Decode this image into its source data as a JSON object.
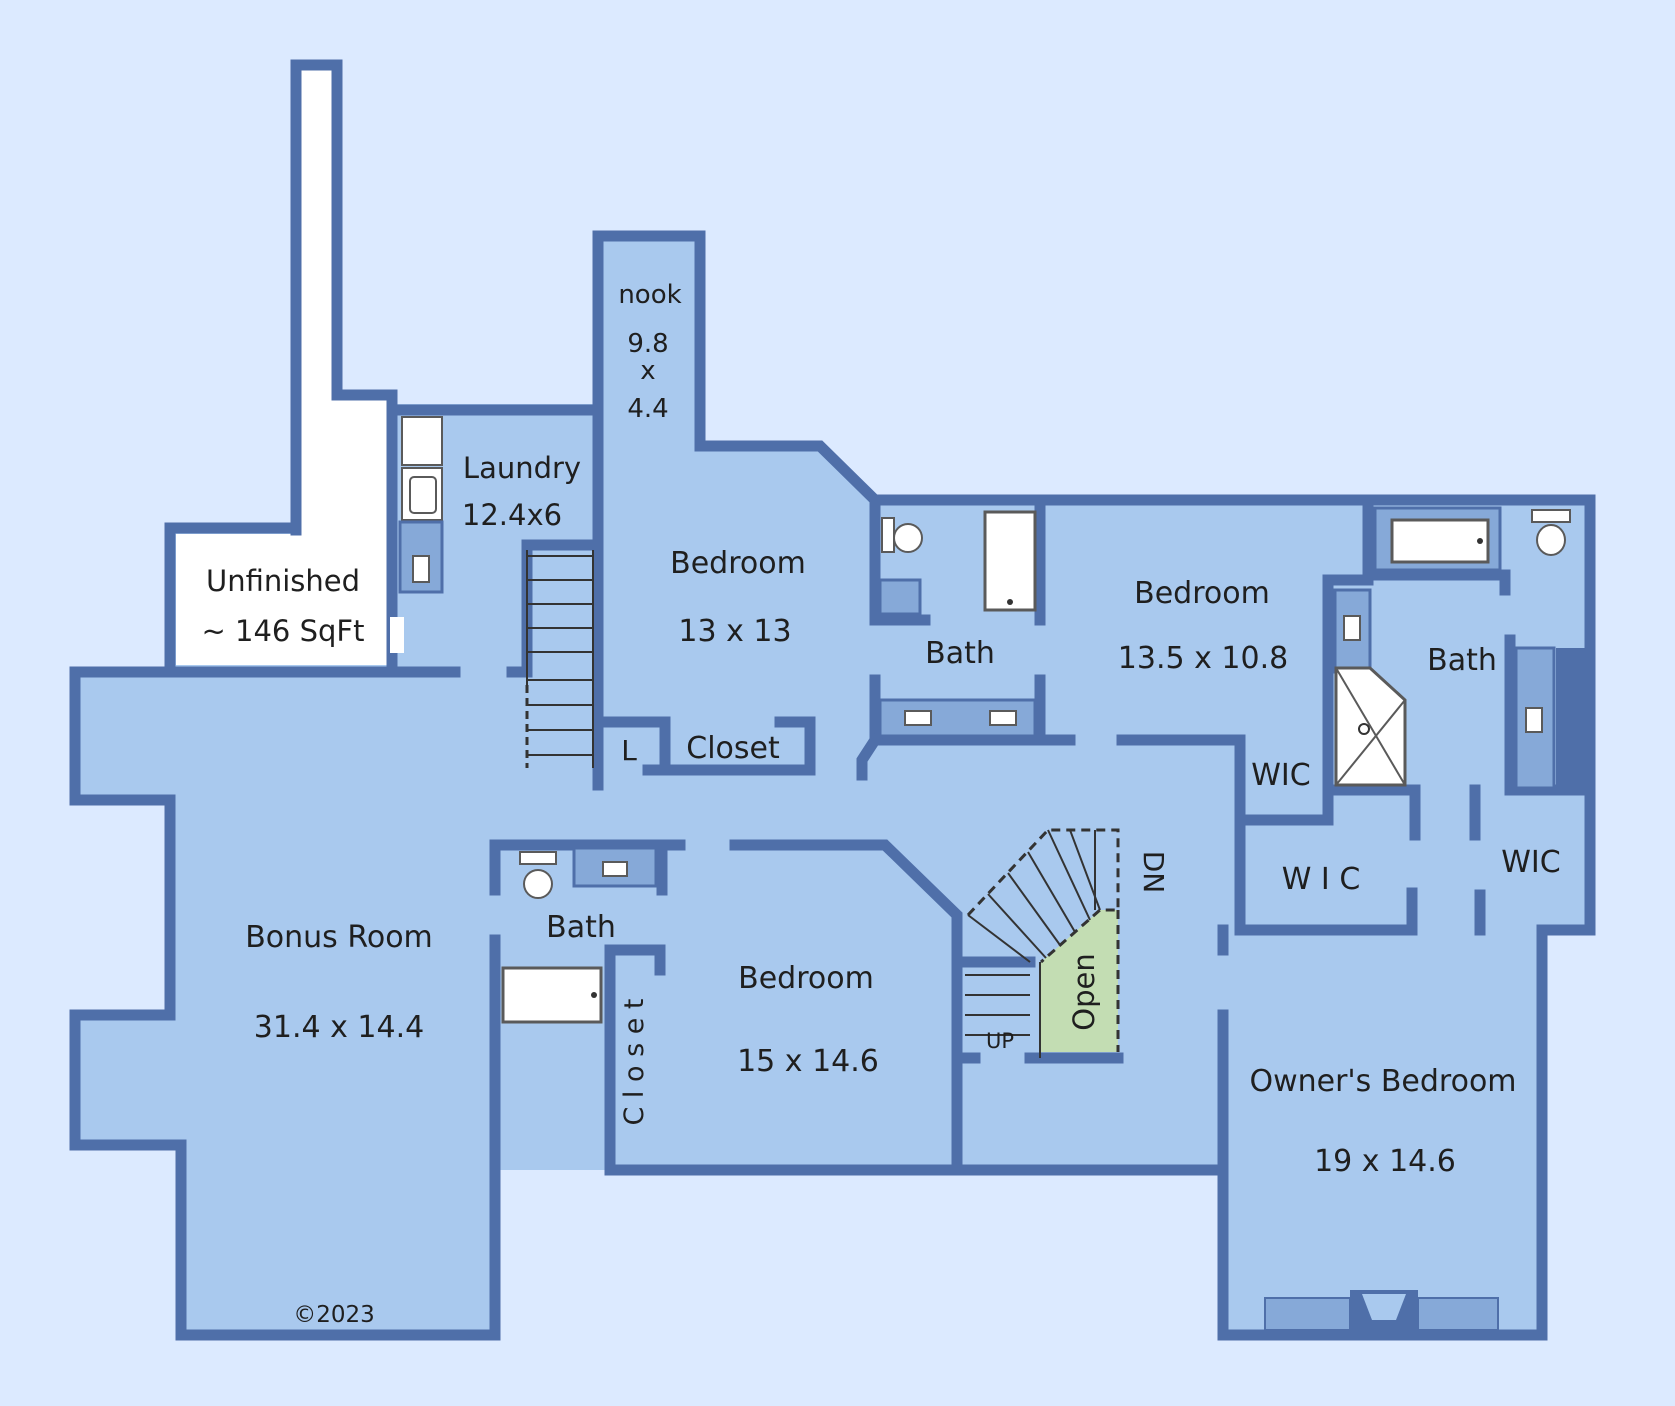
{
  "colors": {
    "background": "#dceaff",
    "floor": "#a9c9ee",
    "wall": "#4f6fa9",
    "fixture": "#ffffff",
    "cabinet": "#86a9d8",
    "open_area": "#c3ddb3",
    "unfinished": "#ffffff"
  },
  "rooms": {
    "nook": {
      "name": "nook",
      "dim_a": "9.8",
      "dim_x": "x",
      "dim_b": "4.4"
    },
    "laundry": {
      "name": "Laundry",
      "dims": "12.4x6"
    },
    "unfinished": {
      "name": "Unfinished",
      "dims": "~ 146 SqFt"
    },
    "bedroom_1": {
      "name": "Bedroom",
      "dims": "13 x 13"
    },
    "bedroom_2": {
      "name": "Bedroom",
      "dims": "13.5 x 10.8"
    },
    "bedroom_3": {
      "name": "Bedroom",
      "dims": "15 x 14.6"
    },
    "bonus_room": {
      "name": "Bonus Room",
      "dims": "31.4 x 14.4"
    },
    "owners_bedroom": {
      "name": "Owner's Bedroom",
      "dims": "19 x 14.6"
    },
    "bath_1": {
      "name": "Bath"
    },
    "bath_2": {
      "name": "Bath"
    },
    "bath_3": {
      "name": "Bath"
    },
    "linen": {
      "name": "L"
    },
    "closet_1": {
      "name": "Closet"
    },
    "closet_2": {
      "name": "C l o s e t"
    },
    "wic_1": {
      "name": "WIC"
    },
    "wic_2": {
      "name": "W I C"
    },
    "wic_3": {
      "name": "WIC"
    },
    "open_area": {
      "name": "Open"
    }
  },
  "stairs": {
    "down_label": "DN",
    "up_label": "UP"
  },
  "copyright": "©2023"
}
